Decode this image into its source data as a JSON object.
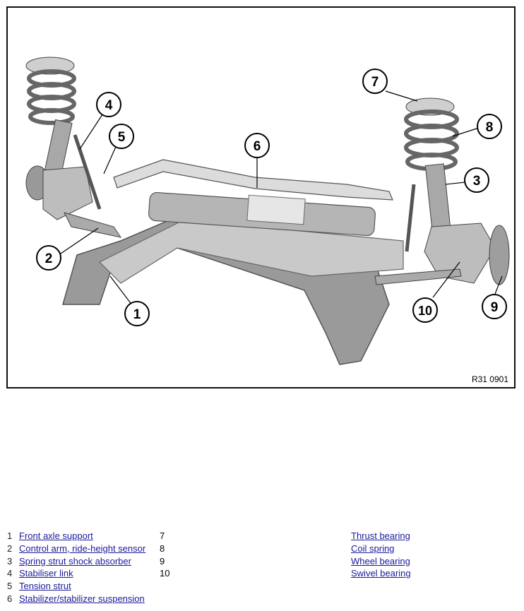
{
  "figure": {
    "code": "R31 0901",
    "callouts": [
      {
        "label": "1"
      },
      {
        "label": "2"
      },
      {
        "label": "3"
      },
      {
        "label": "4"
      },
      {
        "label": "5"
      },
      {
        "label": "6"
      },
      {
        "label": "7"
      },
      {
        "label": "8"
      },
      {
        "label": "9"
      },
      {
        "label": "10"
      }
    ]
  },
  "legend": {
    "left": [
      {
        "num": "1",
        "text": "Front axle support"
      },
      {
        "num": "2",
        "text": "Control arm, ride-height sensor"
      },
      {
        "num": "3",
        "text": "Spring strut shock absorber"
      },
      {
        "num": "4",
        "text": "Stabiliser link"
      },
      {
        "num": "5",
        "text": "Tension strut"
      },
      {
        "num": "6",
        "text": "Stabilizer/stabilizer suspension"
      }
    ],
    "mid": [
      {
        "num": "7"
      },
      {
        "num": "8"
      },
      {
        "num": "9"
      },
      {
        "num": "10"
      }
    ],
    "right": [
      {
        "text": "Thrust bearing"
      },
      {
        "text": "Coil spring"
      },
      {
        "text": "Wheel bearing"
      },
      {
        "text": "Swivel bearing"
      }
    ]
  }
}
